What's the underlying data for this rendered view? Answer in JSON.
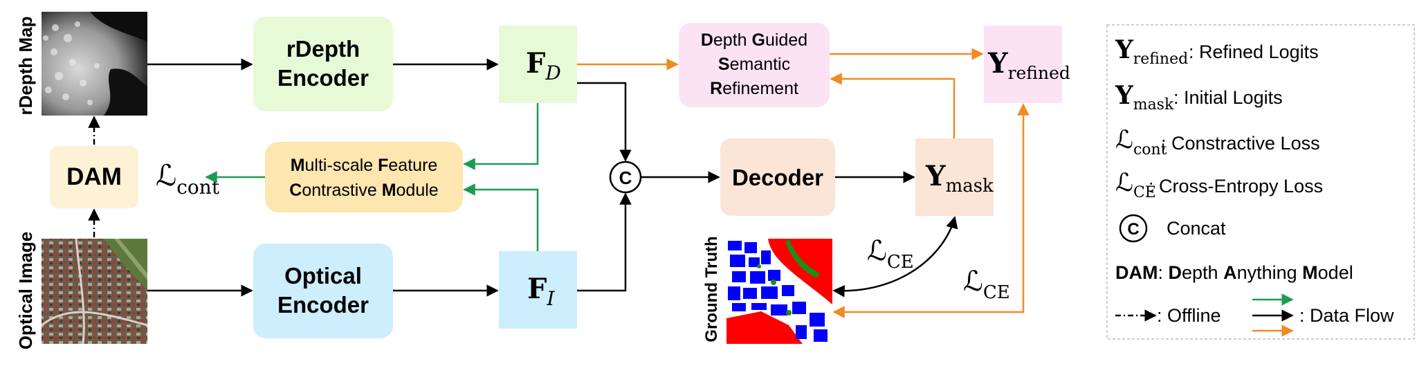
{
  "colors": {
    "green_box": "#e6fad8",
    "blue_box": "#cdeefc",
    "yellow_box": "#fde6b0",
    "pink_box": "#fbe3f4",
    "peach_box": "#fae5d6",
    "cream_box": "#fdf1d6",
    "arrow_orange": "#f08a24",
    "arrow_green": "#1f9a55",
    "arrow_black": "#000000"
  },
  "inputs": {
    "depth_label": "rDepth Map",
    "optical_label": "Optical Image",
    "ground_truth_label": "Ground Truth"
  },
  "modules": {
    "dam": "DAM",
    "rdepth_encoder": [
      "rDepth",
      "Encoder"
    ],
    "optical_encoder": [
      "Optical",
      "Encoder"
    ],
    "decoder": "Decoder",
    "mfcm": [
      "Multi-scale Feature",
      "Contrastive Module"
    ],
    "dgsr": [
      "Depth Guided",
      "Semantic",
      "Refinement"
    ]
  },
  "symbols": {
    "F": "F",
    "sub_D": "D",
    "sub_I": "I",
    "Y": "Y",
    "sub_mask": "mask",
    "sub_refined": "refined",
    "L": "ℒ",
    "sub_cont": "cont",
    "sub_CE": "CE",
    "concat": "C"
  },
  "legend": {
    "refined": ": Refined Logits",
    "mask": ": Initial Logits",
    "cont": ": Constractive Loss",
    "ce": ": Cross-Entropy Loss",
    "concat": "Concat",
    "dam_abbr": "DAM",
    "dam_desc": [
      ": ",
      "D",
      "epth ",
      "A",
      "nything ",
      "M",
      "odel"
    ],
    "offline": ": Offline",
    "data_flow": ": Data Flow"
  }
}
